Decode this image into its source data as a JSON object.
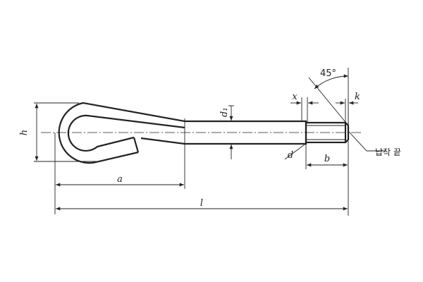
{
  "labels": {
    "h": "h",
    "d1": "d₁",
    "x": "x",
    "k": "k",
    "angle": "45°",
    "d": "d",
    "b": "b",
    "a": "a",
    "l": "l",
    "tip_note": "납작 끝"
  }
}
